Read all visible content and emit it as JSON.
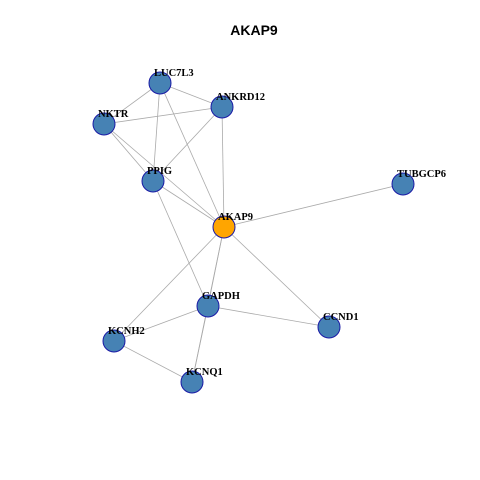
{
  "title": "AKAP9",
  "colors": {
    "node_default": "#4682B4",
    "node_highlight": "#FFA500",
    "node_border": "#1a1aa6",
    "edge": "#aaaaaa",
    "background": "#ffffff"
  },
  "nodes": [
    {
      "id": "LUC7L3",
      "label": "LUC7L3",
      "highlight": false
    },
    {
      "id": "ANKRD12",
      "label": "ANKRD12",
      "highlight": false
    },
    {
      "id": "NKTR",
      "label": "NKTR",
      "highlight": false
    },
    {
      "id": "PPIG",
      "label": "PPIG",
      "highlight": false
    },
    {
      "id": "TUBGCP6",
      "label": "TUBGCP6",
      "highlight": false
    },
    {
      "id": "AKAP9",
      "label": "AKAP9",
      "highlight": true
    },
    {
      "id": "GAPDH",
      "label": "GAPDH",
      "highlight": false
    },
    {
      "id": "CCND1",
      "label": "CCND1",
      "highlight": false
    },
    {
      "id": "KCNH2",
      "label": "KCNH2",
      "highlight": false
    },
    {
      "id": "KCNQ1",
      "label": "KCNQ1",
      "highlight": false
    }
  ],
  "edges": [
    [
      "LUC7L3",
      "NKTR"
    ],
    [
      "LUC7L3",
      "ANKRD12"
    ],
    [
      "LUC7L3",
      "PPIG"
    ],
    [
      "LUC7L3",
      "AKAP9"
    ],
    [
      "NKTR",
      "ANKRD12"
    ],
    [
      "NKTR",
      "PPIG"
    ],
    [
      "NKTR",
      "AKAP9"
    ],
    [
      "ANKRD12",
      "PPIG"
    ],
    [
      "ANKRD12",
      "AKAP9"
    ],
    [
      "PPIG",
      "AKAP9"
    ],
    [
      "PPIG",
      "GAPDH"
    ],
    [
      "AKAP9",
      "TUBGCP6"
    ],
    [
      "AKAP9",
      "GAPDH"
    ],
    [
      "AKAP9",
      "CCND1"
    ],
    [
      "AKAP9",
      "KCNH2"
    ],
    [
      "AKAP9",
      "KCNQ1"
    ],
    [
      "GAPDH",
      "KCNH2"
    ],
    [
      "GAPDH",
      "CCND1"
    ],
    [
      "GAPDH",
      "KCNQ1"
    ],
    [
      "KCNH2",
      "KCNQ1"
    ]
  ]
}
